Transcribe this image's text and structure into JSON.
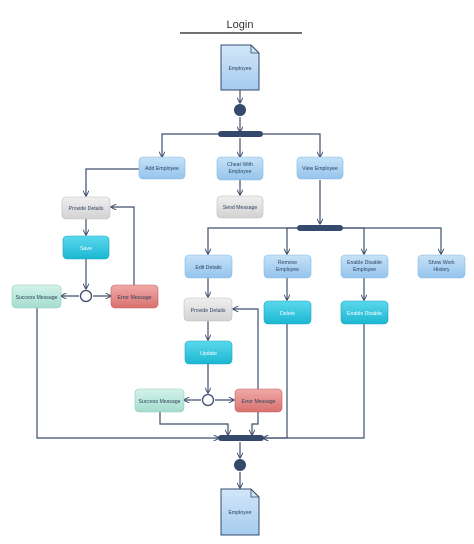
{
  "title": "Login",
  "nodes": {
    "employee_top": "Employee",
    "employee_bottom": "Employee",
    "add_employee": "Add Employee",
    "cheat_with_employee": [
      "Cheat With",
      "Employee"
    ],
    "view_employee": "View Employee",
    "provide_details_1": "Provide Details",
    "send_message": "Send Message",
    "save": "Save",
    "success_message_1": "Success Message",
    "error_message_1": "Error Message",
    "edit_details": "Edit Details",
    "remove_employee": [
      "Remove",
      "Employee"
    ],
    "enable_disable_employee": [
      "Enable Disable",
      "Employee"
    ],
    "show_work_history": [
      "Show Work",
      "History"
    ],
    "provide_details_2": "Provide Details",
    "delete": "Delete",
    "enable_disable": "Enable Disable",
    "update": "Update",
    "success_message_2": "Success Message",
    "error_message_2": "Error Message"
  },
  "colors": {
    "edge": "#3d4f6e",
    "action_blue": "#a9d2f3",
    "action_gray": "#dedede",
    "action_cyan": "#2ec6de",
    "success_green": "#b8e8dc",
    "error_red": "#e28a88",
    "document": "#b9d7f1"
  }
}
